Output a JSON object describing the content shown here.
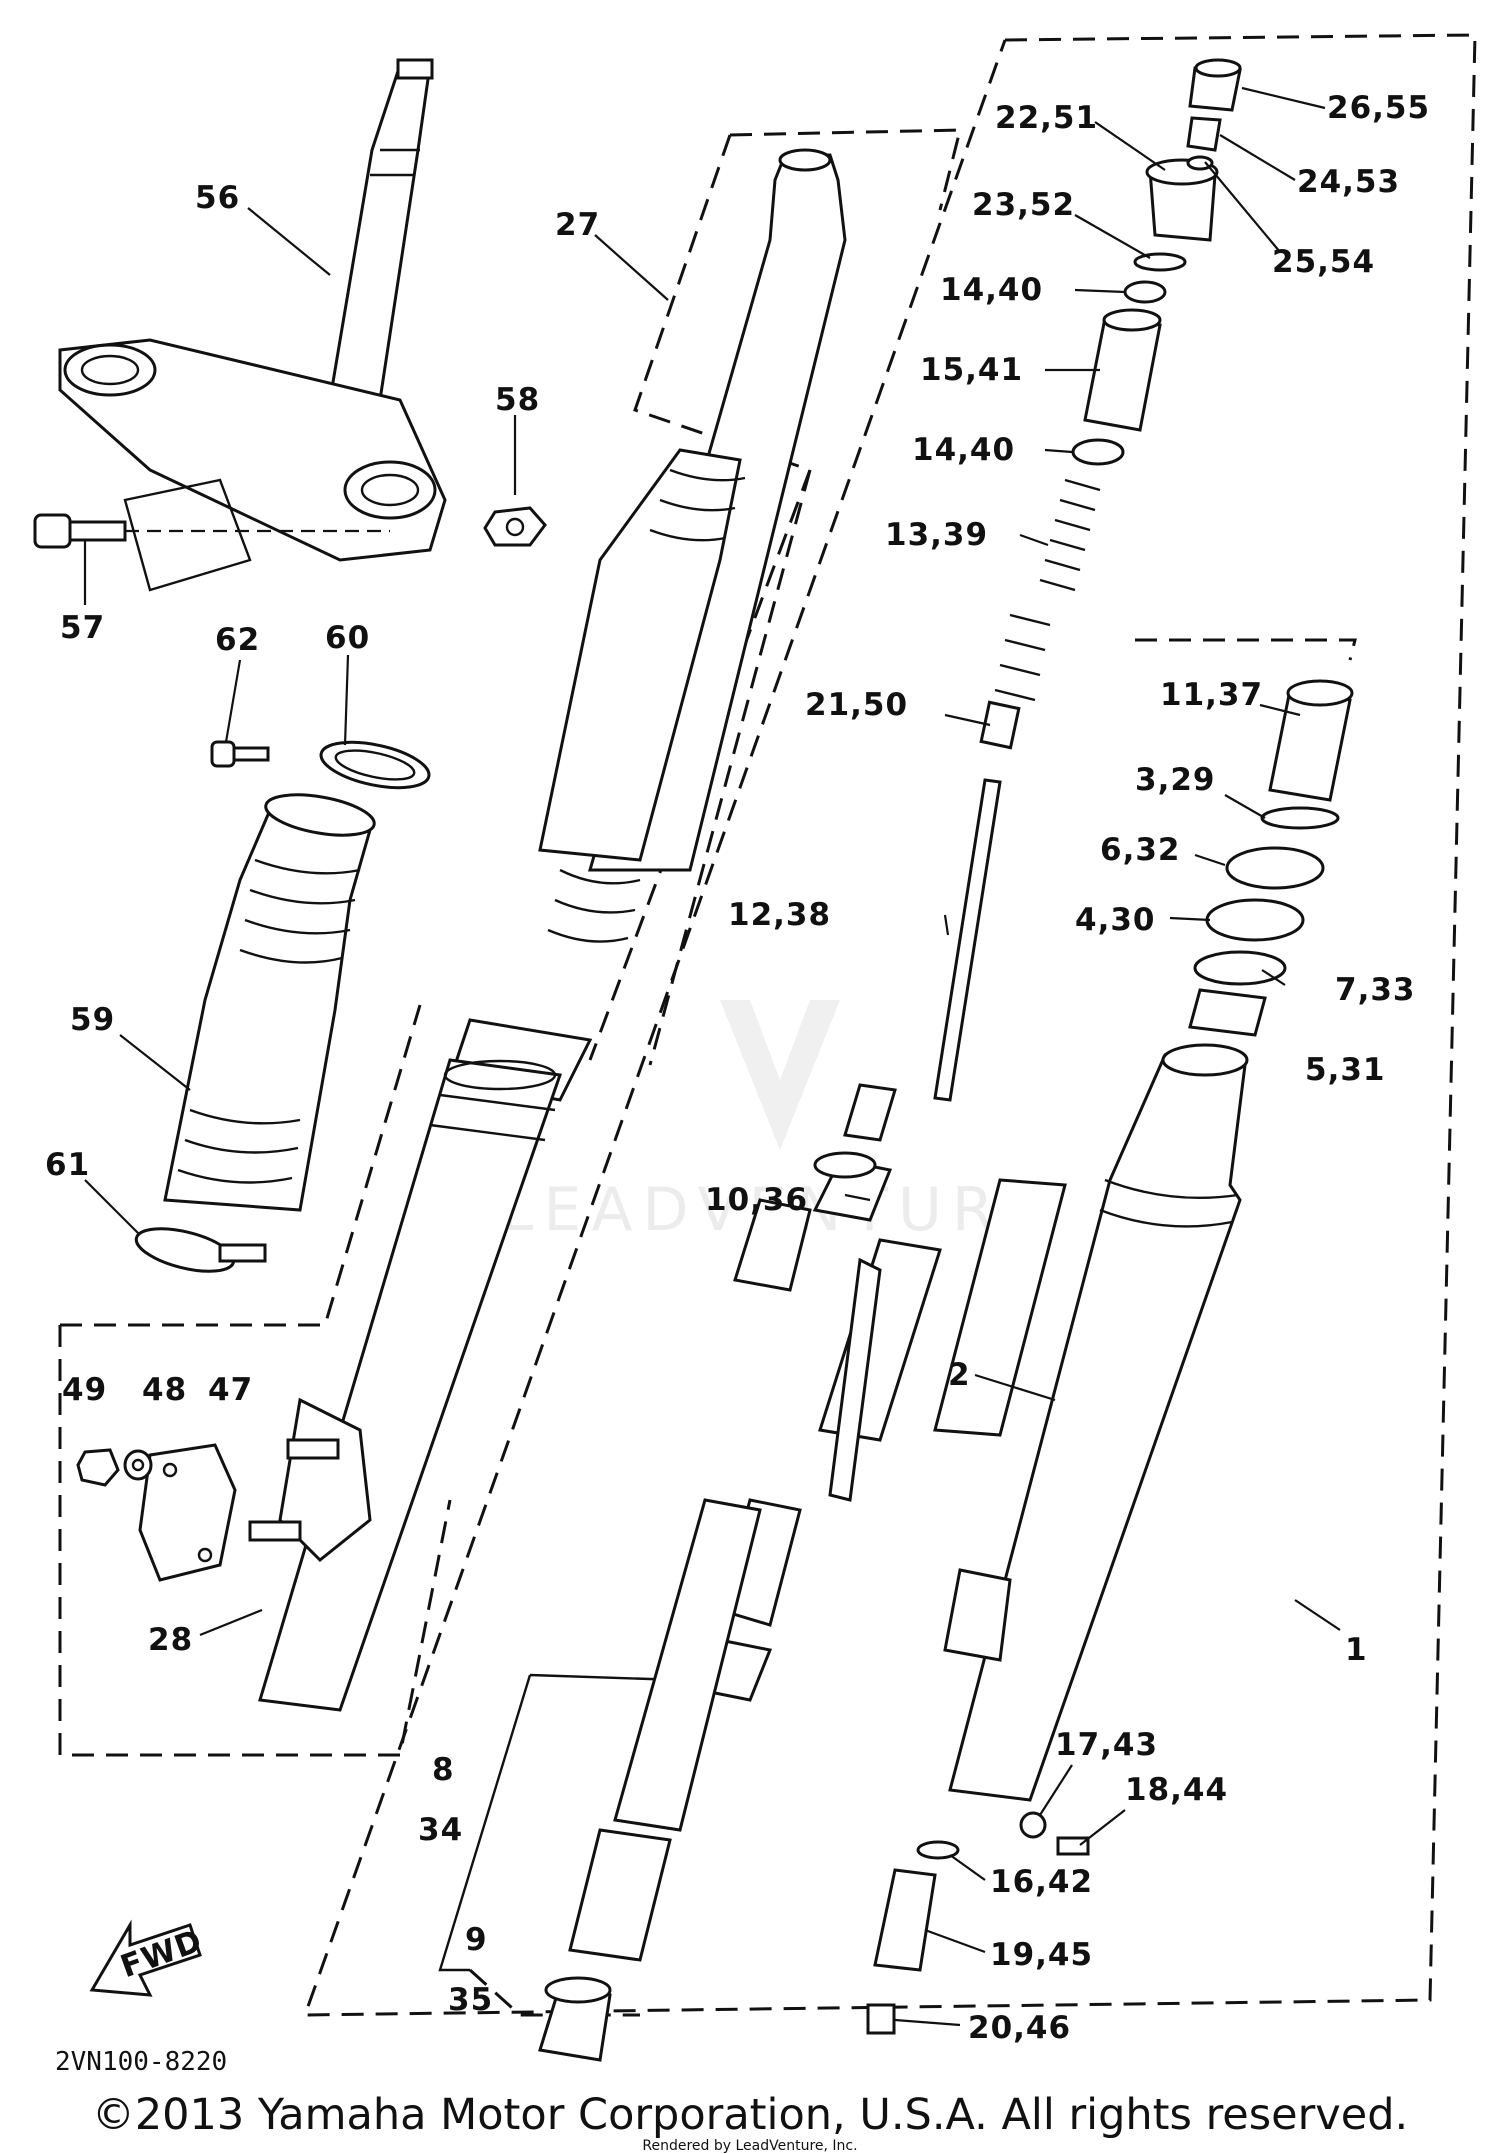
{
  "diagram_code": "2VN100-8220",
  "fwd_label": "FWD",
  "watermark": "LEADVENTURE",
  "copyright": "©2013 Yamaha Motor Corporation, U.S.A. All rights reserved.",
  "rendered_by": "Rendered by LeadVenture, Inc.",
  "labels": [
    "56",
    "27",
    "58",
    "57",
    "62",
    "60",
    "59",
    "61",
    "49",
    "48",
    "47",
    "28",
    "8",
    "34",
    "9",
    "35",
    "26,55",
    "22,51",
    "24,53",
    "23,52",
    "25,54",
    "14,40",
    "15,41",
    "14,40",
    "13,39",
    "21,50",
    "11,37",
    "3,29",
    "6,32",
    "12,38",
    "4,30",
    "7,33",
    "5,31",
    "10,36",
    "2",
    "1",
    "17,43",
    "18,44",
    "16,42",
    "19,45",
    "20,46"
  ]
}
